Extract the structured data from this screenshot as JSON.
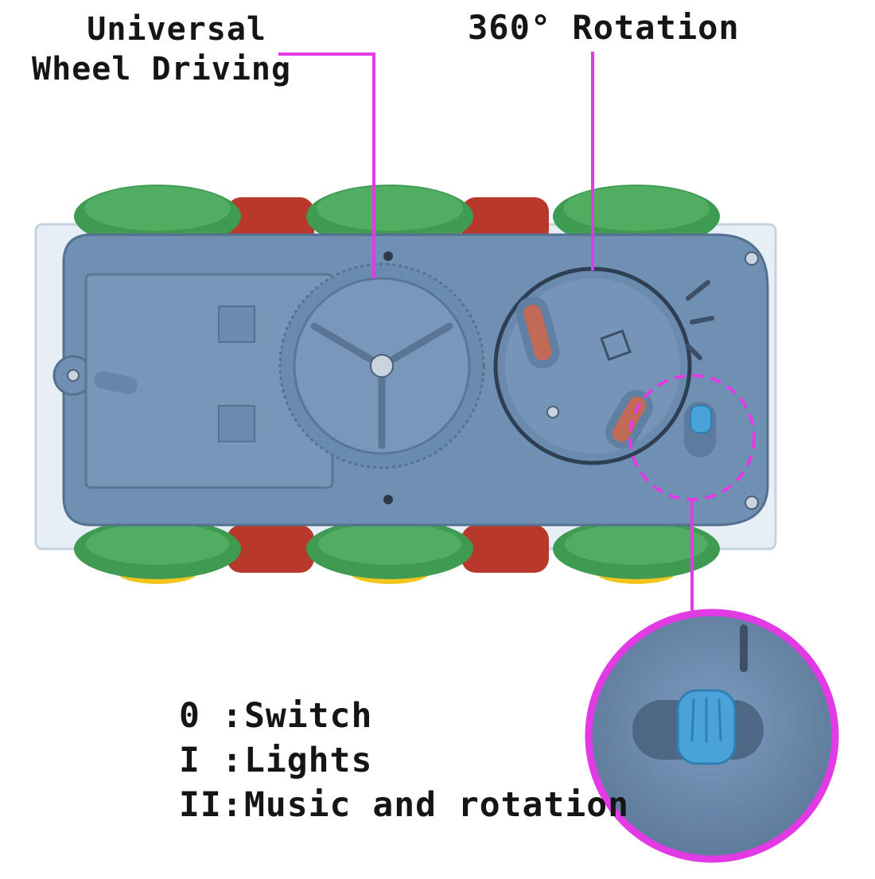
{
  "annotations": {
    "universal_wheel_line1": "Universal",
    "universal_wheel_line2": "Wheel Driving",
    "rotation": "360° Rotation"
  },
  "legend": [
    {
      "code": "0 :",
      "meaning": "Switch"
    },
    {
      "code": "I :",
      "meaning": "Lights"
    },
    {
      "code": "II:",
      "meaning": "Music and rotation"
    }
  ],
  "colors": {
    "callout_line": "#e23be6",
    "body": "#6f8fb3",
    "wheel_green": "#3f9a52",
    "gear_red": "#b8392b",
    "switch_blue": "#4aa3d8"
  }
}
